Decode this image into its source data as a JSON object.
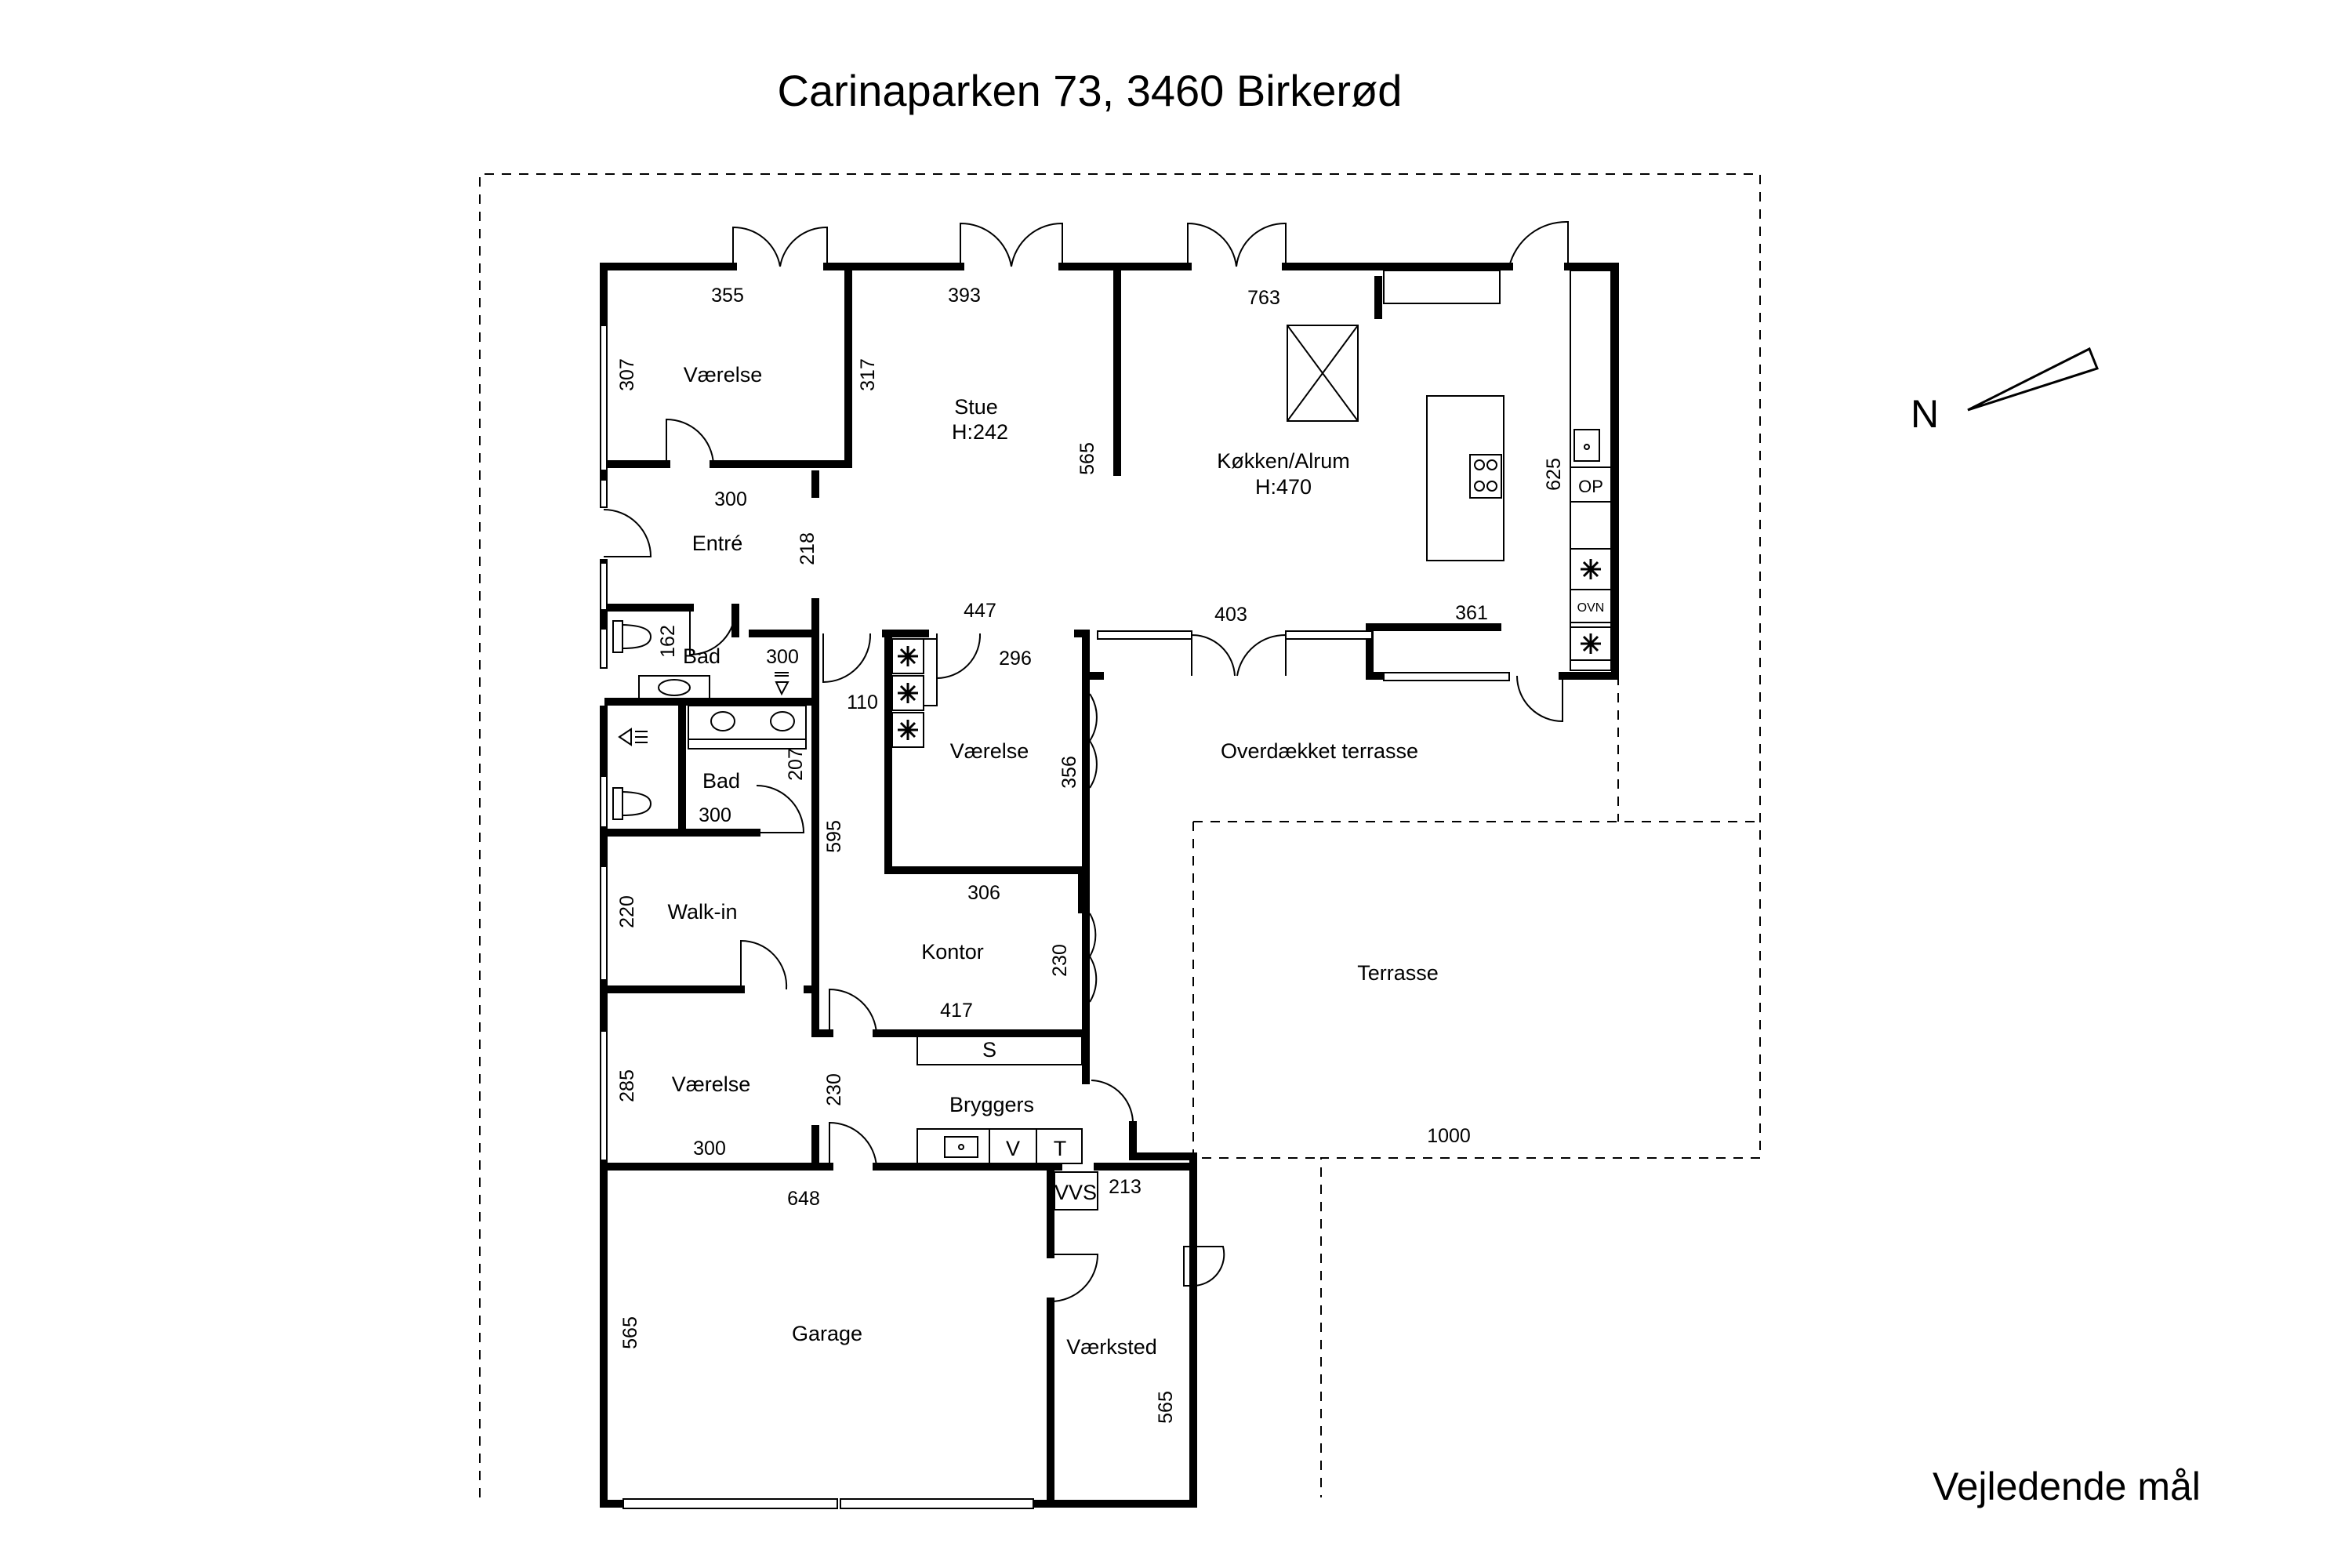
{
  "title": "Carinaparken 73, 3460 Birkerød",
  "north_label": "N",
  "footer_note": "Vejledende mål",
  "rooms": {
    "vaerelse_nw": "Værelse",
    "stue": "Stue",
    "stue_height": "H:242",
    "kokken": "Køkken/Alrum",
    "kokken_height": "H:470",
    "entre": "Entré",
    "bad1": "Bad",
    "bad2": "Bad",
    "vaerelse_mid": "Værelse",
    "walkin": "Walk-in",
    "kontor": "Kontor",
    "vaerelse_sw": "Værelse",
    "bryggers": "Bryggers",
    "garage": "Garage",
    "vaerksted": "Værksted",
    "overdaekket": "Overdækket terrasse",
    "terrasse": "Terrasse"
  },
  "dims": {
    "d355": "355",
    "d393": "393",
    "d763": "763",
    "d307": "307",
    "d317": "317",
    "d565a": "565",
    "d625": "625",
    "d300a": "300",
    "d218": "218",
    "d447": "447",
    "d403": "403",
    "d361": "361",
    "d162": "162",
    "d300b": "300",
    "d296": "296",
    "d110": "110",
    "d356": "356",
    "d207": "207",
    "d300c": "300",
    "d595": "595",
    "d306": "306",
    "d220": "220",
    "d230a": "230",
    "d417": "417",
    "d285": "285",
    "d230b": "230",
    "d300d": "300",
    "d648": "648",
    "d213": "213",
    "d565b": "565",
    "d565c": "565",
    "d1000": "1000"
  },
  "fixtures": {
    "op": "OP",
    "ovn": "OVN",
    "shelf": "S",
    "v": "V",
    "t": "T",
    "vvs": "VVS"
  }
}
